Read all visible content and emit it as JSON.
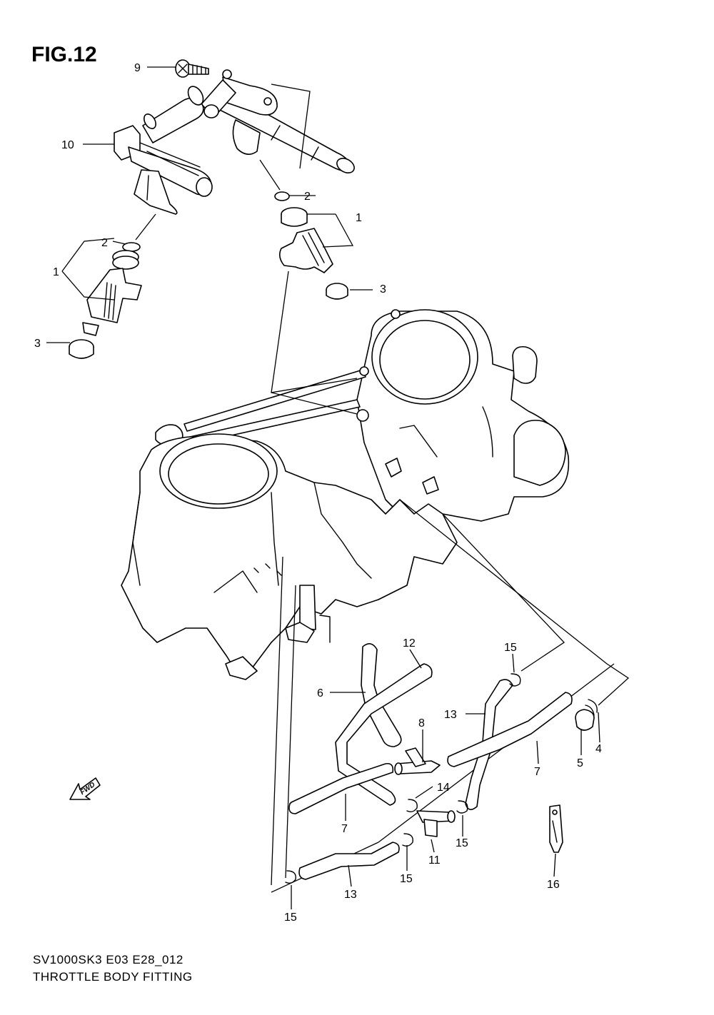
{
  "figure": {
    "title": "FIG.12",
    "model_code": "SV1000SK3 E03 E28_012",
    "section_name": "THROTTLE BODY FITTING",
    "fwd_label": "FWD"
  },
  "callouts": [
    {
      "id": "c9",
      "label": "9"
    },
    {
      "id": "c10",
      "label": "10"
    },
    {
      "id": "c2a",
      "label": "2"
    },
    {
      "id": "c1a",
      "label": "1"
    },
    {
      "id": "c3a",
      "label": "3"
    },
    {
      "id": "c2b",
      "label": "2"
    },
    {
      "id": "c1b",
      "label": "1"
    },
    {
      "id": "c3b",
      "label": "3"
    },
    {
      "id": "c12",
      "label": "12"
    },
    {
      "id": "c15a",
      "label": "15"
    },
    {
      "id": "c6",
      "label": "6"
    },
    {
      "id": "c13a",
      "label": "13"
    },
    {
      "id": "c8",
      "label": "8"
    },
    {
      "id": "c7a",
      "label": "7"
    },
    {
      "id": "c5",
      "label": "5"
    },
    {
      "id": "c4",
      "label": "4"
    },
    {
      "id": "c14",
      "label": "14"
    },
    {
      "id": "c7b",
      "label": "7"
    },
    {
      "id": "c11",
      "label": "11"
    },
    {
      "id": "c15b",
      "label": "15"
    },
    {
      "id": "c15c",
      "label": "15"
    },
    {
      "id": "c16",
      "label": "16"
    },
    {
      "id": "c13b",
      "label": "13"
    },
    {
      "id": "c15d",
      "label": "15"
    }
  ]
}
